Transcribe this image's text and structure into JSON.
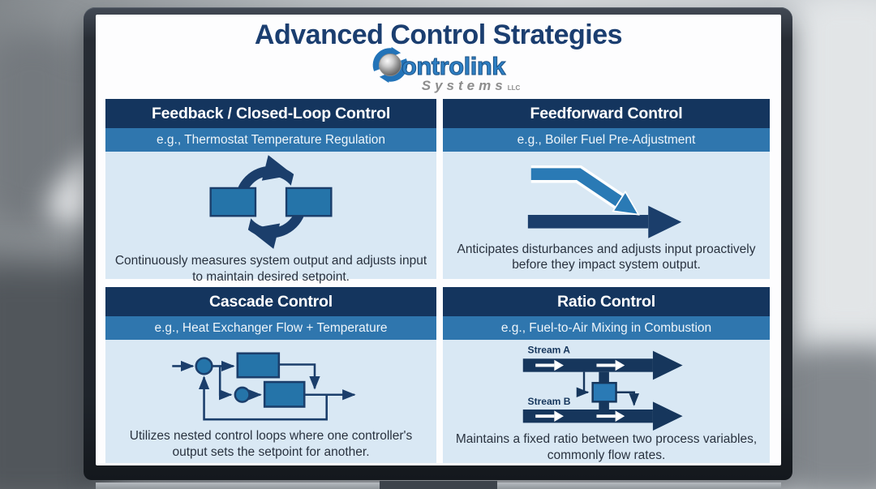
{
  "title": "Advanced Control Strategies",
  "logo": {
    "company": "Controlink Systems LLC",
    "brand_initial": "C",
    "brand_rest": "ontrolink",
    "line2": "Systems",
    "line2_suffix": "LLC"
  },
  "panels": [
    {
      "title": "Feedback / Closed-Loop Control",
      "example": "e.g., Thermostat Temperature Regulation",
      "description": "Continuously measures system output and adjusts input to maintain desired setpoint."
    },
    {
      "title": "Feedforward Control",
      "example": "e.g., Boiler Fuel Pre-Adjustment",
      "description": "Anticipates disturbances and adjusts input proactively before they impact system output."
    },
    {
      "title": "Cascade Control",
      "example": "e.g., Heat Exchanger Flow + Temperature",
      "description": "Utilizes nested control loops where one controller's output sets the setpoint for another."
    },
    {
      "title": "Ratio Control",
      "example": "e.g., Fuel-to-Air Mixing in Combustion",
      "description": "Maintains a fixed ratio between two process variables, commonly flow rates."
    }
  ],
  "ratio_diagram": {
    "stream_a": "Stream A",
    "stream_b": "Stream B"
  },
  "colors": {
    "header_bg": "#14355e",
    "subheader_bg": "#2f76ae",
    "panel_bg": "#d9e8f4",
    "accent_navy": "#1b3e6b",
    "accent_blue": "#2574a9",
    "title_text": "#1b3e70",
    "logo_blue": "#2e7fc3",
    "logo_gray": "#8d8d8d"
  }
}
